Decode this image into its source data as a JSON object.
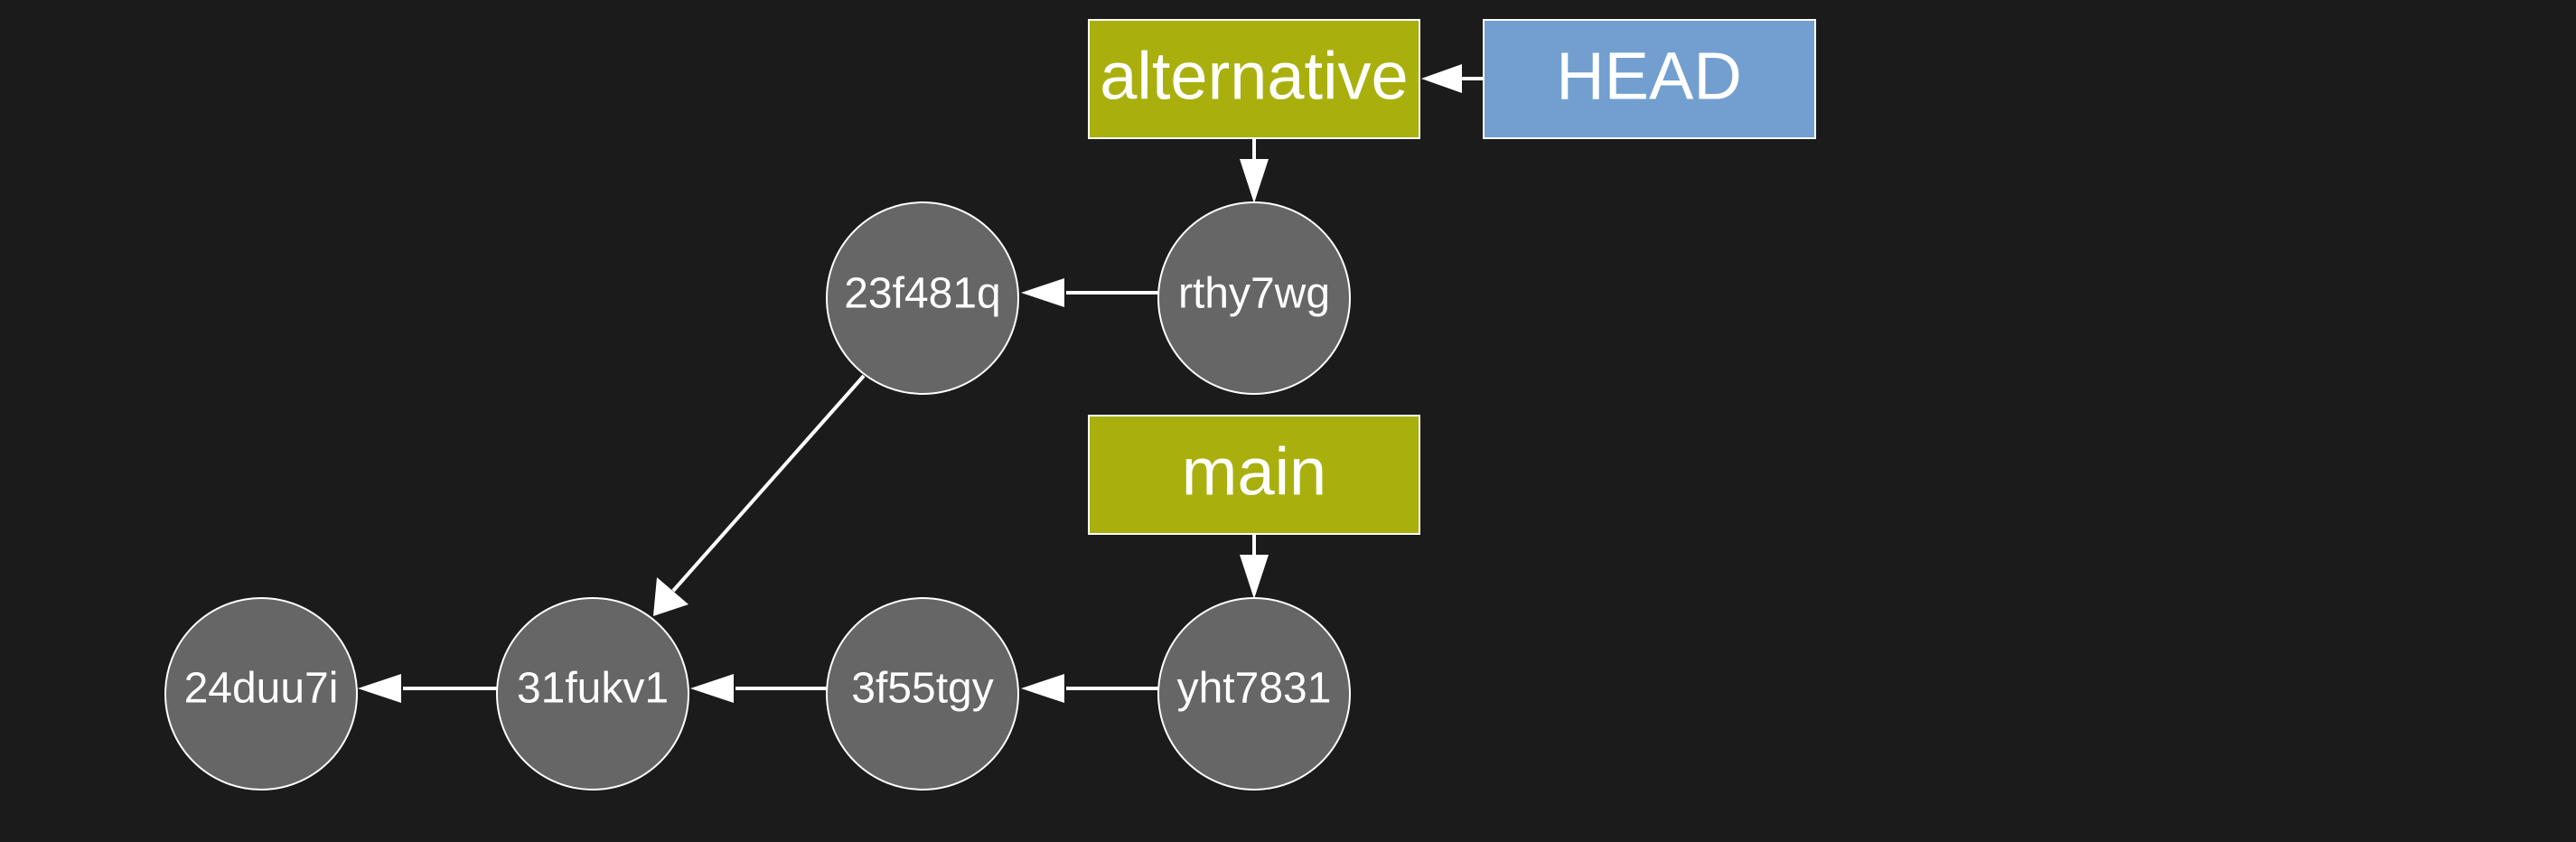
{
  "colors": {
    "background": "#1b1b1b",
    "commit_fill": "#666666",
    "branch_fill": "#a9b00e",
    "head_fill": "#729fcf",
    "stroke": "#ffffff"
  },
  "commits": [
    {
      "id": "rthy7wg"
    },
    {
      "id": "23f481q"
    },
    {
      "id": "yht7831"
    },
    {
      "id": "3f55tgy"
    },
    {
      "id": "31fukv1"
    },
    {
      "id": "24duu7i"
    }
  ],
  "refs": {
    "head": {
      "label": "HEAD",
      "points_to": "alternative"
    },
    "branches": [
      {
        "label": "alternative",
        "points_to": "rthy7wg"
      },
      {
        "label": "main",
        "points_to": "yht7831"
      }
    ]
  },
  "edges": [
    {
      "from": "HEAD",
      "to": "alternative"
    },
    {
      "from": "alternative",
      "to": "rthy7wg"
    },
    {
      "from": "main",
      "to": "yht7831"
    },
    {
      "from": "rthy7wg",
      "to": "23f481q"
    },
    {
      "from": "23f481q",
      "to": "31fukv1"
    },
    {
      "from": "yht7831",
      "to": "3f55tgy"
    },
    {
      "from": "3f55tgy",
      "to": "31fukv1"
    },
    {
      "from": "31fukv1",
      "to": "24duu7i"
    }
  ]
}
